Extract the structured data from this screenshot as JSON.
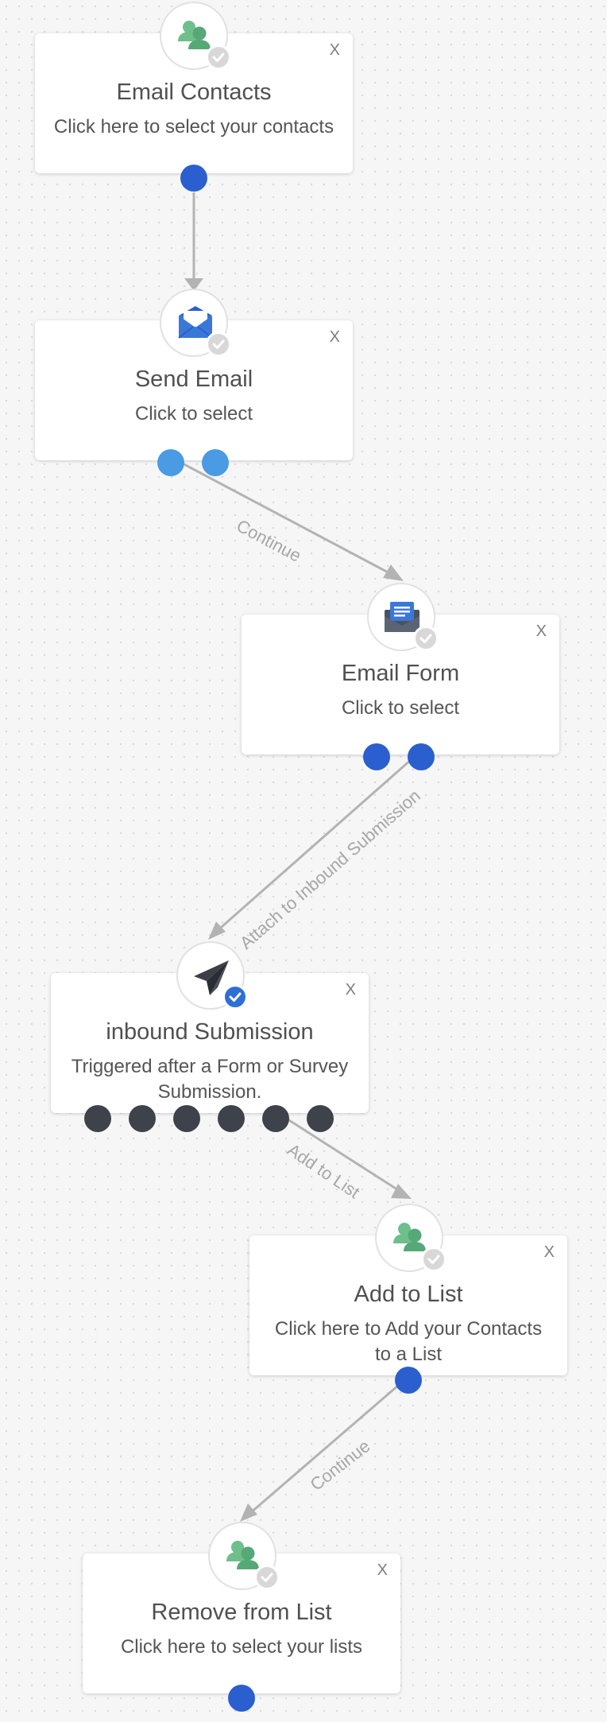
{
  "colors": {
    "canvas_bg": "#f6f6f6",
    "edge": "#b3b3b3",
    "port_blue": "#2b5fcf",
    "port_light_blue": "#4a9be3",
    "port_dark": "#3d424b",
    "badge_blue": "#2f6fd4",
    "badge_gray": "#d8d8d8",
    "contacts_green": "#6fbf8a",
    "envelope_blue": "#3a78d8",
    "plane_dark": "#3b3f47"
  },
  "nodes": {
    "email_contacts": {
      "close": "X",
      "title": "Email Contacts",
      "subtitle": "Click here to select your contacts",
      "icon": "contacts-icon"
    },
    "send_email": {
      "close": "X",
      "title": "Send Email",
      "subtitle": "Click to select",
      "icon": "envelope-icon"
    },
    "email_form": {
      "close": "X",
      "title": "Email Form",
      "subtitle": "Click to select",
      "icon": "form-envelope-icon"
    },
    "inbound_submission": {
      "close": "X",
      "title": "inbound Submission",
      "subtitle": "Triggered after a Form or Survey Submission.",
      "icon": "paper-plane-icon"
    },
    "add_to_list": {
      "close": "X",
      "title": "Add to List",
      "subtitle": "Click here to Add your Contacts to a List",
      "icon": "contacts-icon"
    },
    "remove_from_list": {
      "close": "X",
      "title": "Remove from List",
      "subtitle": "Click here to select your lists",
      "icon": "contacts-icon"
    }
  },
  "edges": {
    "send_email_to_email_form": "Continue",
    "email_form_to_inbound": "Attach to Inbound Submission",
    "inbound_to_add_to_list": "Add to List",
    "add_to_list_to_remove": "Continue"
  }
}
